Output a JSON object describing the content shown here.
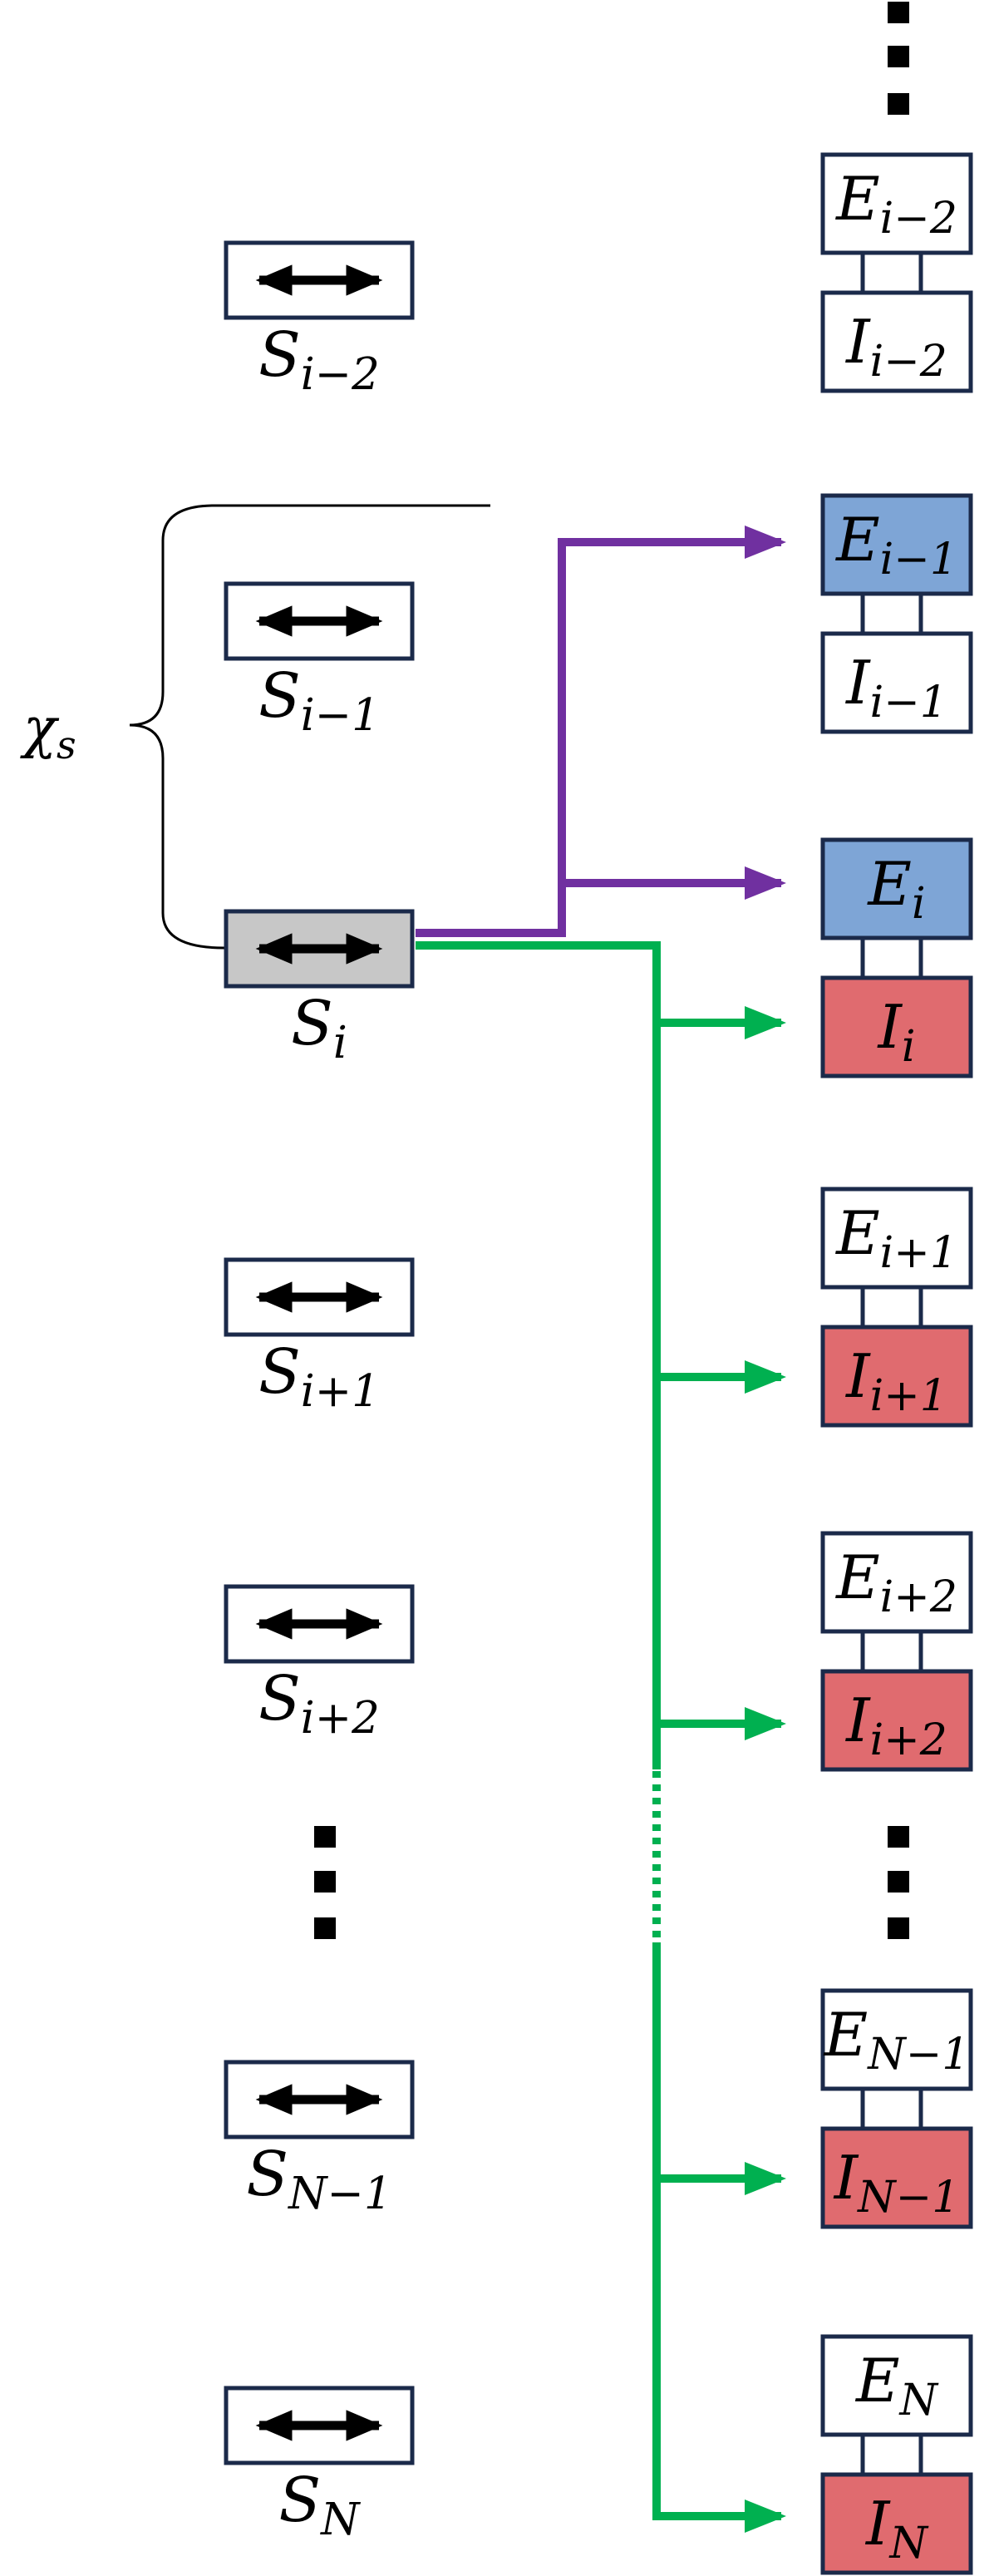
{
  "colors": {
    "selected_switch": "#c7c7c7",
    "excitatory_active": "#7ea5d6",
    "inhibitory_active": "#e06b6f",
    "green_connections": "#00b050",
    "purple_connections": "#7030a0",
    "box_border": "#1b2a4a"
  },
  "brace_label": {
    "base": "χ",
    "sub": "s"
  },
  "switches": [
    {
      "base": "S",
      "sub": "i−2",
      "state": "normal"
    },
    {
      "base": "S",
      "sub": "i−1",
      "state": "normal"
    },
    {
      "base": "S",
      "sub": "i",
      "state": "selected"
    },
    {
      "base": "S",
      "sub": "i+1",
      "state": "normal"
    },
    {
      "base": "S",
      "sub": "i+2",
      "state": "normal"
    },
    {
      "base": "S",
      "sub": "N−1",
      "state": "normal"
    },
    {
      "base": "S",
      "sub": "N",
      "state": "normal"
    }
  ],
  "units": [
    {
      "e": {
        "base": "E",
        "sub": "i−2",
        "state": "inactive"
      },
      "i": {
        "base": "I",
        "sub": "i−2",
        "state": "inactive"
      }
    },
    {
      "e": {
        "base": "E",
        "sub": "i−1",
        "state": "excitatory"
      },
      "i": {
        "base": "I",
        "sub": "i−1",
        "state": "inactive"
      }
    },
    {
      "e": {
        "base": "E",
        "sub": "i",
        "state": "excitatory"
      },
      "i": {
        "base": "I",
        "sub": "i",
        "state": "inhibitory"
      }
    },
    {
      "e": {
        "base": "E",
        "sub": "i+1",
        "state": "inactive"
      },
      "i": {
        "base": "I",
        "sub": "i+1",
        "state": "inhibitory"
      }
    },
    {
      "e": {
        "base": "E",
        "sub": "i+2",
        "state": "inactive"
      },
      "i": {
        "base": "I",
        "sub": "i+2",
        "state": "inhibitory"
      }
    },
    {
      "e": {
        "base": "E",
        "sub": "N−1",
        "state": "inactive"
      },
      "i": {
        "base": "I",
        "sub": "N−1",
        "state": "inhibitory"
      }
    },
    {
      "e": {
        "base": "E",
        "sub": "N",
        "state": "inactive"
      },
      "i": {
        "base": "I",
        "sub": "N",
        "state": "inhibitory"
      }
    }
  ],
  "connections": {
    "purple_targets": [
      "E i−1",
      "E i"
    ],
    "green_targets": [
      "I i",
      "I i+1",
      "I i+2",
      "I N−1",
      "I N"
    ]
  }
}
